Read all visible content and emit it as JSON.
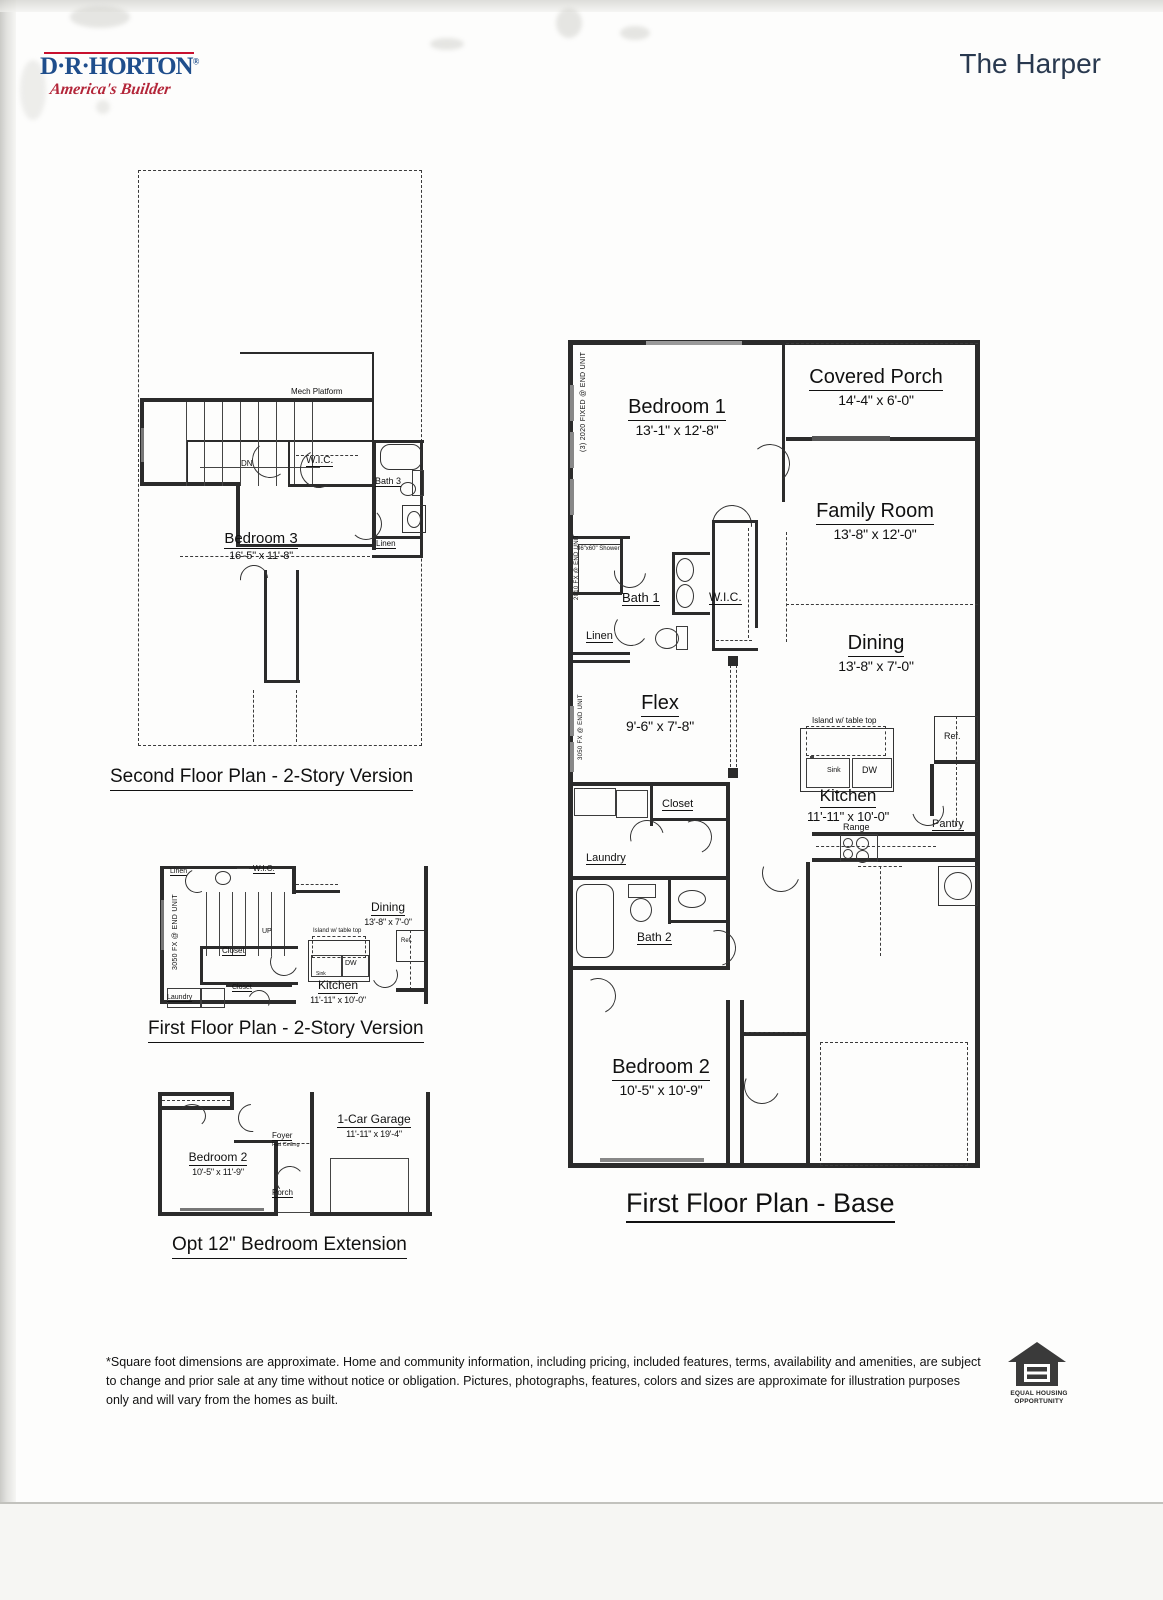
{
  "header": {
    "logo_name": "D·R·HORTON",
    "logo_tagline": "America's Builder",
    "plan_title": "The Harper"
  },
  "second_floor": {
    "caption": "Second Floor Plan - 2-Story Version",
    "rooms": [
      {
        "name": "Bedroom 3",
        "dims": "16'-5\" x 11'-8\""
      }
    ],
    "tags": {
      "mech_platform": "Mech Platform",
      "wic": "W.I.C.",
      "bath3": "Bath 3",
      "linen": "Linen",
      "stair_dir": "DN"
    }
  },
  "first_floor_two_story": {
    "caption": "First Floor Plan - 2-Story Version",
    "rooms": [
      {
        "name": "Kitchen",
        "dims": "11'-11\" x 10'-0\""
      },
      {
        "name": "Dining",
        "dims": "13'-8\" x 7'-0\""
      }
    ],
    "tags": {
      "linen": "Linen",
      "wic": "W.I.C.",
      "stair_dir": "UP",
      "closet": "Closet",
      "closet2": "Closet",
      "laundry": "Laundry",
      "island": "Island w/ table top",
      "sink": "Sink",
      "dw": "DW",
      "ref": "Ref.",
      "window_note": "3050 FX @ END UNIT"
    }
  },
  "bedroom_extension": {
    "caption": "Opt 12\" Bedroom Extension",
    "rooms": [
      {
        "name": "Bedroom 2",
        "dims": "10'-5\" x 11'-9\""
      },
      {
        "name": "1-Car Garage",
        "dims": "11'-11\" x 19'-4\""
      }
    ],
    "tags": {
      "foyer": "Foyer",
      "foyer_note": "Flat Ceiling",
      "porch": "Porch"
    }
  },
  "first_floor_base": {
    "caption": "First Floor Plan - Base",
    "rooms": [
      {
        "name": "Bedroom 1",
        "dims": "13'-1\" x 12'-8\""
      },
      {
        "name": "Covered Porch",
        "dims": "14'-4\" x 6'-0\""
      },
      {
        "name": "Family Room",
        "dims": "13'-8\" x 12'-0\""
      },
      {
        "name": "Dining",
        "dims": "13'-8\" x 7'-0\""
      },
      {
        "name": "Flex",
        "dims": "9'-6\" x 7'-8\""
      },
      {
        "name": "Kitchen",
        "dims": "11'-11\" x 10'-0\""
      },
      {
        "name": "Bedroom 2",
        "dims": "10'-5\" x 10'-9\""
      }
    ],
    "tags": {
      "bath1": "Bath 1",
      "bath2": "Bath 2",
      "wic": "W.I.C.",
      "linen": "Linen",
      "linen2": "Linen",
      "closet": "Closet",
      "laundry": "Laundry",
      "pantry": "Pantry",
      "ref": "Ref.",
      "range": "Range",
      "island": "Island w/ table top",
      "sink": "Sink",
      "dw": "DW",
      "shower": "36\"x60\" Shower",
      "window_note_1": "(3) 2020 FIXED @ END UNIT",
      "window_note_2": "2010 FX @ END UNIT",
      "window_note_3": "3050 FX @ END UNIT"
    }
  },
  "footer": {
    "disclaimer": "*Square foot dimensions are approximate. Home and community information, including pricing, included features, terms, availability and amenities, are subject to change and prior sale at any time without notice or obligation. Pictures, photographs, features, colors and sizes are approximate for illustration purposes only and will vary from the homes as built.",
    "equal_housing_line1": "EQUAL HOUSING",
    "equal_housing_line2": "OPPORTUNITY"
  }
}
